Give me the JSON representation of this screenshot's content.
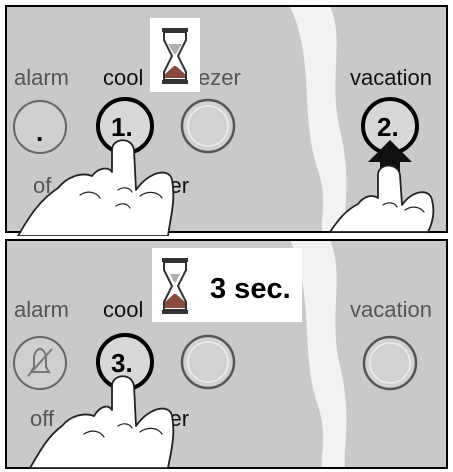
{
  "panel_top": {
    "labels": {
      "alarm": "alarm",
      "cool": "cool",
      "freezer_partial": "ezer",
      "vacation": "vacation",
      "off_partial": "of",
      "super_partial": "uper"
    },
    "steps": {
      "first": "1.",
      "second": "2.",
      "first_dot": "."
    }
  },
  "panel_bottom": {
    "labels": {
      "alarm": "alarm",
      "cool": "cool",
      "vacation": "vacation",
      "off": "off",
      "super_partial": "uper"
    },
    "steps": {
      "third": "3."
    },
    "timer_text": "3 sec."
  },
  "icons": [
    "hourglass-icon",
    "bell-off-icon",
    "arrow-up-icon",
    "finger-hand-icon"
  ],
  "colors": {
    "panel_grey": "#c9c9c9",
    "divider_white": "#f2f2f2",
    "outline": "#222222"
  }
}
